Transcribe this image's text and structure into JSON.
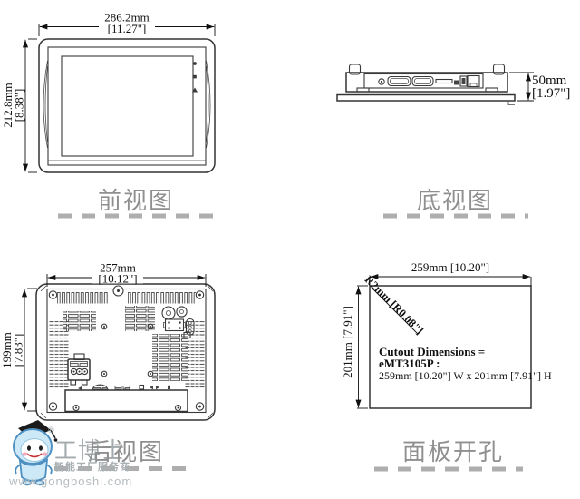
{
  "views": {
    "front": {
      "label": "前视图",
      "width_mm": "286.2mm",
      "width_in": "[11.27\"]",
      "height_mm": "212.8mm",
      "height_in": "[8.38\"]"
    },
    "bottom": {
      "label": "底视图",
      "depth_mm": "50mm",
      "depth_in": "[1.97\"]"
    },
    "rear": {
      "label": "后视图",
      "width_mm": "257mm",
      "width_in": "[10.12\"]",
      "height_mm": "199mm",
      "height_in": "[7.83\"]"
    },
    "cutout": {
      "label": "面板开孔",
      "width": "259mm [10.20\"]",
      "height": "201mm [7.91\"]",
      "corner_radius": "R2mm [R0.08\"]",
      "note_title": "Cutout Dimensions =",
      "note_model": "eMT3105P :",
      "note_size": "259mm [10.20\"] W x 201mm [7.91\"] H"
    }
  },
  "watermark": {
    "registered": "®",
    "brand": "工博士",
    "tagline": "智能工厂服务商",
    "url": "www.gongboshi.com"
  },
  "colors": {
    "line": "#333333",
    "dimension": "#111111",
    "label_gray": "#8f8f8f",
    "dash_gray": "#aeaeae",
    "mascot_body": "#cde8f6",
    "mascot_outline": "#4d8fc0",
    "mascot_cheek": "#f6a9b8",
    "mascot_cap": "#1b1b1b",
    "brand_text": "#a2aaad",
    "url_text": "#b6bcc0"
  }
}
